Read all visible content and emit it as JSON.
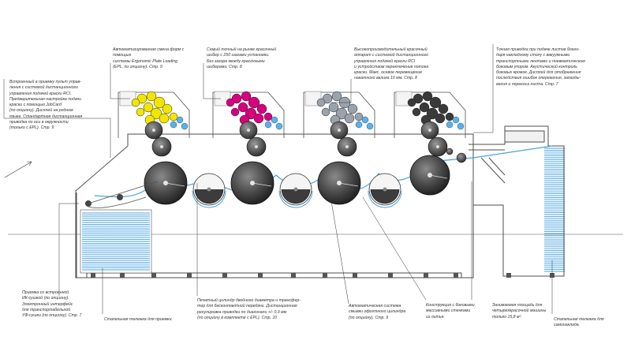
{
  "annotations": {
    "plate_change": "Автоматизированная смена форм с помощью\nсистемы Ergonomic Plate Loading\n(EPL, по опциону). Стр. 9",
    "ink_fountain": "Самый точный на рынке красочный\nшибер с 250 шагами установки.\nБез зазора между красочными\nшиберами. Стр. 8",
    "inking_unit": "Высокопроизводительный красочный\nаппарат с системой дистанционного\nуправления подачей краски RCI\nи устройством переключения потока\nкраски. Макс. осевое перемещение\nнакатного валика 10 мм. Стр. 8",
    "feeder": "Точная приводка при подаче листов благо-\nдаря накладному столу с вакуумными\nтранспортными лентами и пневматическим\nбоковым упором. Акустический контроль\nбоковых кромок. Дисплей для отображения\nпоследствия ошибок опережения, запазды-\nвания и перекоса листа. Стр. 7",
    "console": "Встроенный в приемку пульт управ-\nления с системой дистанционного\nуправления подачей краски RCI.\nПредварительная настройка подачи\nкраски с помощью JobCard\n(по опциону). Дисплей на родном\nязыке. Стандартная дистанционная\nприводка по оси в окружности\n(только с EPL). Стр. 9",
    "delivery": "Приемка со встроенной\nИК-сушкой (по опциону).\nЭлектронный интерфейс\nдля транспортабельной\nУФ-сушки (по опциону). Стр. 7",
    "delivery_pallet": "Стапельная тележка для приемки.",
    "transfer_cylinder": "Печатный цилиндр двойного диаметра и трансфер-\nтер для бесконтактной передачи. Дистанционная\nрегулировка приводки по диагонали +/- 0,3 мм\n(по опциону в комплекте с EPL). Стр. 10",
    "washing": "Автоматическая система\nсмывки офсетного цилиндра\n(по опциону). Стр. 9",
    "frame": "Конструкция с боковыми\nмассивными стенками\nиз литья.",
    "footprint": "Занимаемая площадь для\nчетырехкрасочной машины\nтолько 15,8 м².",
    "feeder_pallet": "Стапельная тележка для самонаклада."
  },
  "colors": {
    "units": [
      "#f2e600",
      "#d6007e",
      "#9aa3ad",
      "#3a3a3a"
    ],
    "sheet_blue": "#4aa3df",
    "roller_blue": "#5fb0e6",
    "cylinder": "#3c3c3c",
    "cylinder_dark": "#1e1e1e",
    "frame": "#6b6b6b"
  }
}
